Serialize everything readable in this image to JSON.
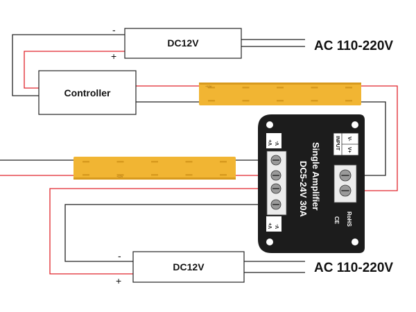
{
  "colors": {
    "positive_wire": "#e0232a",
    "negative_wire": "#222222",
    "strip": "#f1b533",
    "strip_dark": "#d89a1e",
    "amplifier_body": "#1c1c1c"
  },
  "power_supply_top": {
    "label": "DC12V",
    "minus": "-",
    "plus": "+",
    "mains_label": "AC 110-220V"
  },
  "controller": {
    "label": "Controller"
  },
  "power_supply_bottom": {
    "label": "DC12V",
    "minus": "-",
    "plus": "+",
    "mains_label": "AC 110-220V"
  },
  "amplifier": {
    "title": "Single Amplifier",
    "rating": "DC5-24V  30A",
    "input_label": "INPUT",
    "input_v_minus": "V-",
    "input_v_plus": "V+",
    "ce_mark": "CE",
    "rohs_mark": "RoHS",
    "output_top_v_plus": "V+",
    "output_top_v_minus": "V-",
    "output_bottom_v_plus": "V+",
    "output_bottom_v_minus": "V-"
  },
  "strips": {
    "marking_plus": "+12V",
    "marking_minus": "-"
  }
}
